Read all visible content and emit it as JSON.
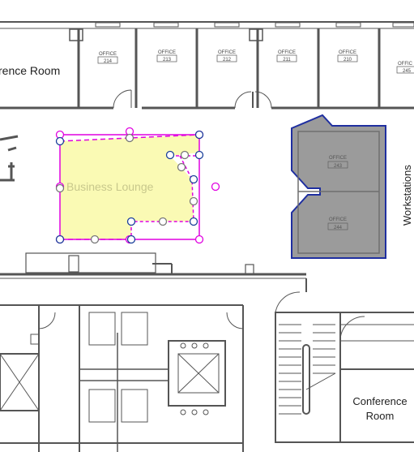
{
  "rooms": {
    "conference_top_label": "rence Room",
    "business_lounge_label": "Business Lounge",
    "workstations_label": "Workstations",
    "conference_bottom_label_line1": "Conference",
    "conference_bottom_label_line2": "Room"
  },
  "offices": [
    {
      "name": "OFFICE",
      "number": "214"
    },
    {
      "name": "OFFICE",
      "number": "213"
    },
    {
      "name": "OFFICE",
      "number": "212"
    },
    {
      "name": "OFFICE",
      "number": "211"
    },
    {
      "name": "OFFICE",
      "number": "210"
    },
    {
      "name": "OFFIC",
      "number": "245"
    }
  ],
  "offices_shaded": [
    {
      "name": "OFFICE",
      "number": "243"
    },
    {
      "name": "OFFICE",
      "number": "244"
    }
  ],
  "colors": {
    "wall": "#555555",
    "selection_magenta": "#e000e0",
    "handle_blue": "#1a3f9a",
    "lounge_fill": "#fafab4",
    "shaded_room_fill": "#9b9b9b",
    "shaded_room_border": "#1f2fa0"
  }
}
